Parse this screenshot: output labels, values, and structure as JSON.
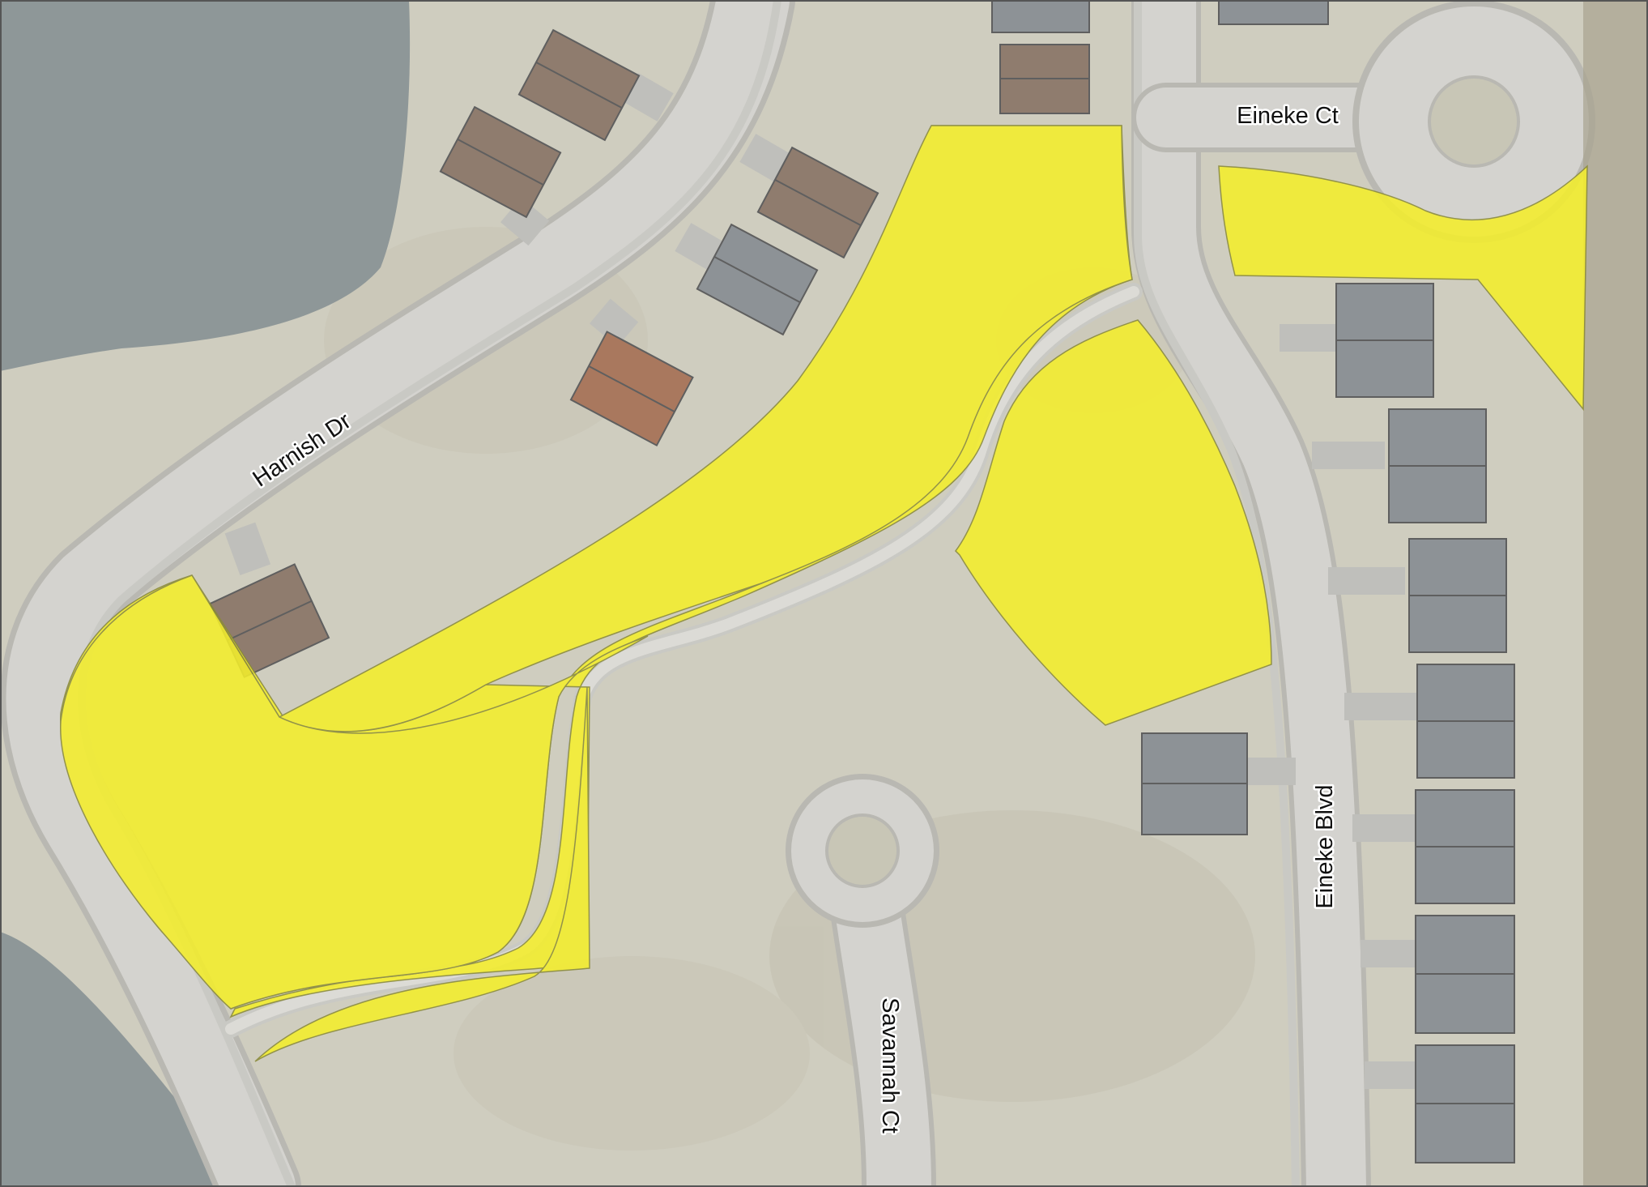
{
  "map": {
    "street_labels": {
      "harnish_dr": "Harnish Dr",
      "eineke_ct": "Eineke Ct",
      "eineke_blvd": "Eineke Blvd",
      "savannah_ct": "Savannah Ct"
    },
    "colors": {
      "highlighted_parcel": "#f4ee2c",
      "pond_water": "#8e9798",
      "grass": "#cfcdbf",
      "road": "#d4d3cf",
      "house_roof_brown": "#8f7c6e",
      "house_roof_gray": "#8d9296"
    }
  }
}
